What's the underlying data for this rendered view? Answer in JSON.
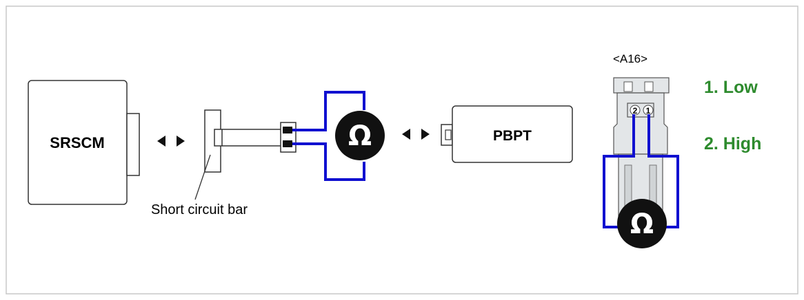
{
  "labels": {
    "srscm": "SRSCM",
    "short_bar": "Short circuit bar",
    "pbpt": "PBPT",
    "connector_id": "<A16>",
    "pin_low": "1. Low",
    "pin_high": "2. High",
    "pin_1": "1",
    "pin_2": "2",
    "omega": "Ω"
  },
  "colors": {
    "wire": "#1010d0",
    "accent_green": "#2e8b2e",
    "connector_fill": "#e3e6e8",
    "outline": "#333333"
  },
  "icons": [
    "bidirectional-arrow-icon",
    "ohmmeter-icon"
  ]
}
